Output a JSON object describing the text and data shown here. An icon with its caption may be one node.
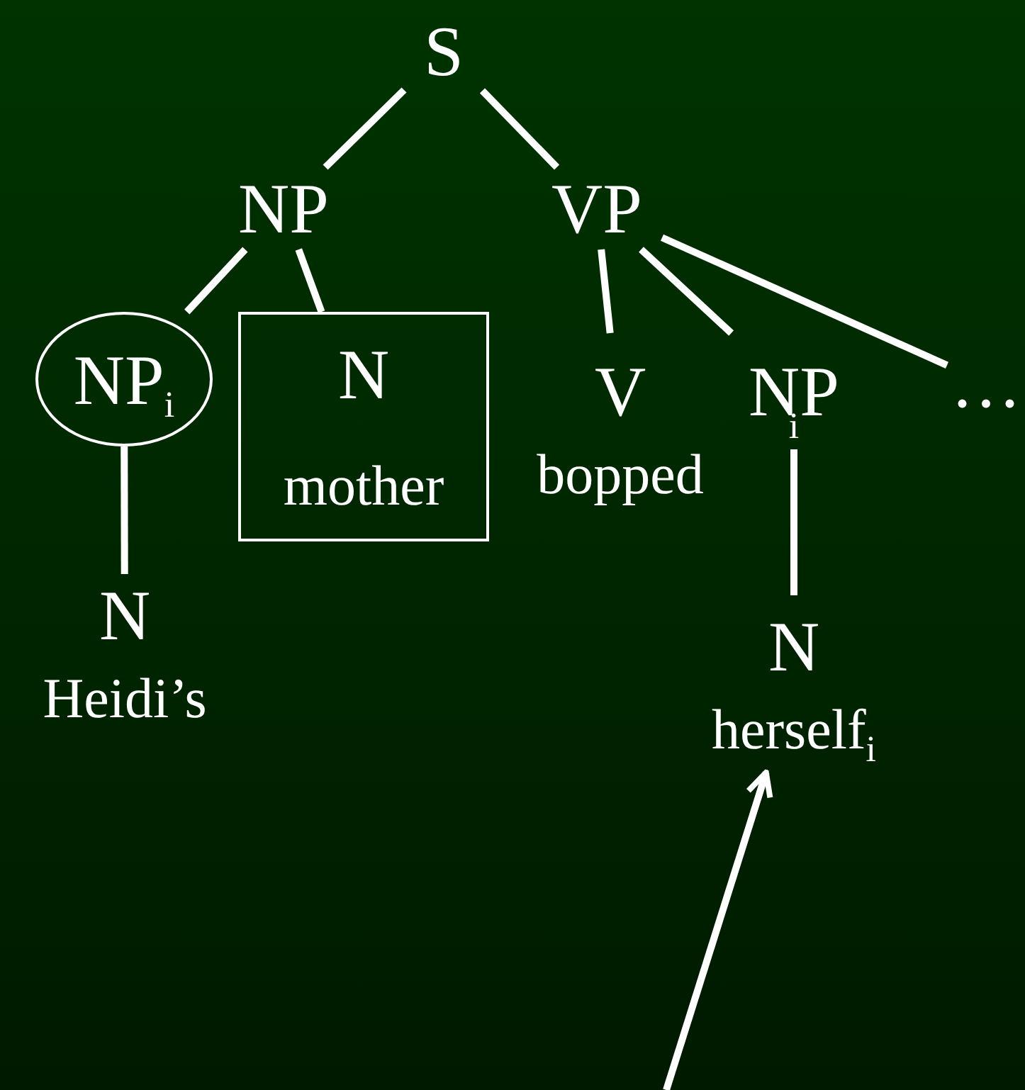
{
  "diagram": {
    "nodes": [
      {
        "text": [
          "S"
        ]
      },
      {
        "text": [
          "NP"
        ]
      },
      {
        "text": [
          "VP"
        ]
      },
      {
        "text": [
          "NP$_{i}$"
        ]
      },
      {
        "text": [
          "N",
          "mother"
        ]
      },
      {
        "text": [
          "V",
          "bopped"
        ]
      },
      {
        "text": [
          "NP$_{i}$"
        ]
      },
      {
        "text": [
          "…"
        ]
      },
      {
        "text": [
          "N",
          "Heidi’s"
        ]
      },
      {
        "text": [
          "N",
          "herself$_{i}$"
        ]
      }
    ],
    "edges": [
      {
        "from": 0,
        "to": 1,
        "arrow": "none"
      },
      {
        "from": 0,
        "to": 2,
        "arrow": "none"
      },
      {
        "from": 1,
        "to": 3,
        "arrow": "none"
      },
      {
        "from": 1,
        "to": 4,
        "arrow": "none"
      },
      {
        "from": 2,
        "to": 5,
        "arrow": "none"
      },
      {
        "from": 2,
        "to": 6,
        "arrow": "none"
      },
      {
        "from": 2,
        "to": 7,
        "arrow": "none"
      },
      {
        "from": 3,
        "to": 8,
        "arrow": "none"
      },
      {
        "from": 6,
        "to": 9,
        "arrow": "none"
      },
      {
        "from": null,
        "to": 9,
        "arrow": "to"
      }
    ]
  }
}
